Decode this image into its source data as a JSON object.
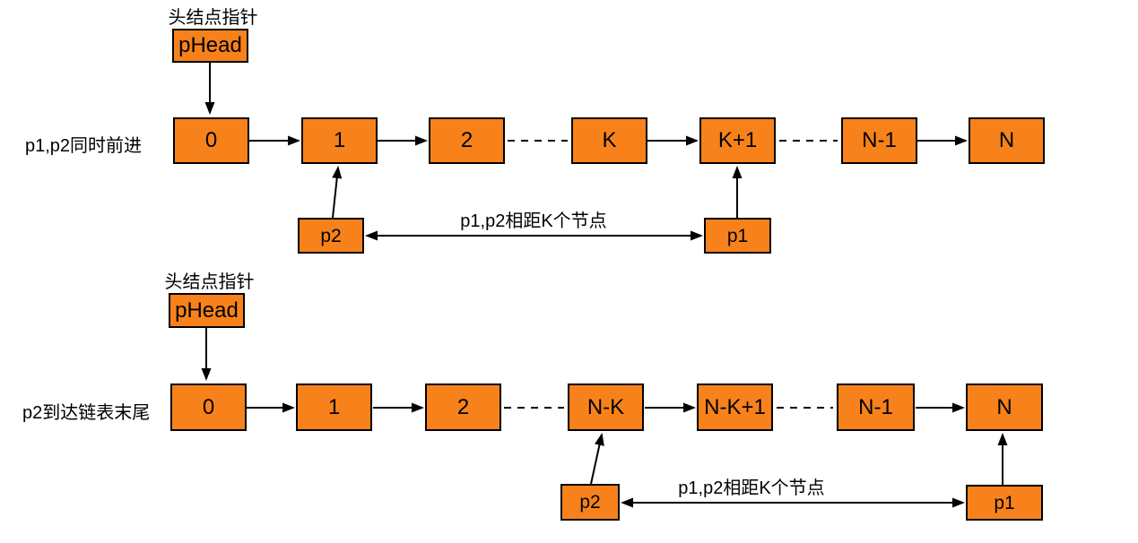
{
  "colors": {
    "node_fill": "#F7821C",
    "node_border": "#000000",
    "text_color": "#000000",
    "background": "#FFFFFF"
  },
  "section1": {
    "head_label": "头结点指针",
    "head_box": "pHead",
    "row_label": "p1,p2同时前进",
    "nodes": [
      "0",
      "1",
      "2",
      "K",
      "K+1",
      "N-1",
      "N"
    ],
    "pointer_left": "p2",
    "pointer_right": "p1",
    "distance_label": "p1,p2相距K个节点"
  },
  "section2": {
    "head_label": "头结点指针",
    "head_box": "pHead",
    "row_label": "p2到达链表末尾",
    "nodes": [
      "0",
      "1",
      "2",
      "N-K",
      "N-K+1",
      "N-1",
      "N"
    ],
    "pointer_left": "p2",
    "pointer_right": "p1",
    "distance_label": "p1,p2相距K个节点"
  }
}
